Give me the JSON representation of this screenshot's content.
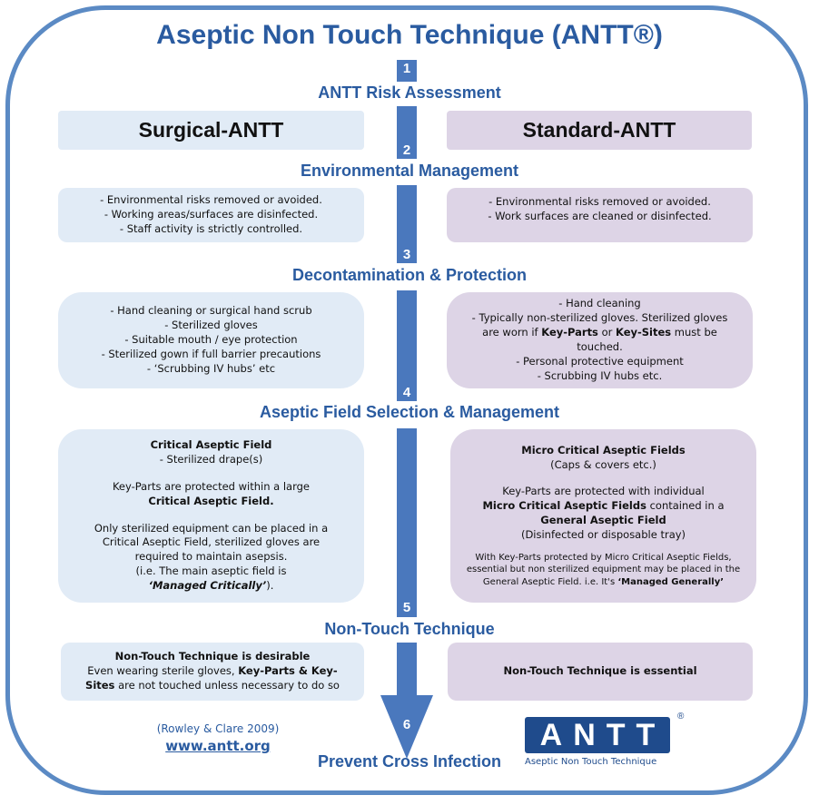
{
  "title": "Aseptic Non Touch Technique (ANTT®)",
  "steps": [
    {
      "num": "1",
      "heading": "ANTT Risk Assessment"
    },
    {
      "num": "2",
      "heading": "Environmental Management"
    },
    {
      "num": "3",
      "heading": "Decontamination & Protection"
    },
    {
      "num": "4",
      "heading": "Aseptic Field Selection & Management"
    },
    {
      "num": "5",
      "heading": "Non-Touch Technique"
    },
    {
      "num": "6",
      "heading": "Prevent Cross Infection"
    }
  ],
  "surgical": {
    "title": "Surgical-ANTT",
    "env": [
      "- Environmental risks removed or avoided.",
      "- Working areas/surfaces are disinfected.",
      "- Staff activity is strictly controlled."
    ],
    "decon": [
      "- Hand cleaning or surgical hand scrub",
      "- Sterilized gloves",
      "- Suitable mouth / eye protection",
      "- Sterilized gown if full barrier precautions",
      "- ‘Scrubbing IV hubs’ etc"
    ],
    "field": {
      "heading": "Critical Aseptic Field",
      "sub": "- Sterilized drape(s)",
      "p1a": "Key-Parts are protected within a large",
      "p1b": "Critical Aseptic Field.",
      "p2": "Only sterilized equipment can be placed in a Critical Aseptic Field, sterilized gloves are required to maintain asepsis.",
      "p3a": "(i.e. The main aseptic field is",
      "p3b": "‘Managed Critically’",
      "p3c": ")."
    },
    "touch": {
      "heading": "Non-Touch Technique is desirable",
      "l1": "Even wearing sterile gloves,",
      "l1b": "Key-Parts & Key-Sites",
      "l2": "are not touched unless necessary to do so"
    }
  },
  "standard": {
    "title": "Standard-ANTT",
    "env": [
      "- Environmental risks removed or avoided.",
      "- Work surfaces are cleaned or disinfected."
    ],
    "decon": {
      "l1": "- Hand cleaning",
      "l2a": "-     Typically non-sterilized gloves. Sterilized gloves are worn if",
      "kp": "Key-Parts",
      "or": "or",
      "ks": "Key-Sites",
      "l2b": "must be touched.",
      "l3": "- Personal protective equipment",
      "l4": "- Scrubbing IV hubs etc."
    },
    "field": {
      "heading": "Micro Critical Aseptic Fields",
      "sub": "(Caps & covers etc.)",
      "p1a": "Key-Parts are protected with individual",
      "p1b": "Micro Critical Aseptic Fields",
      "p1c": "contained in a",
      "p1d": "General Aseptic Field",
      "p1e": "(Disinfected or disposable tray)",
      "note_a": "With Key-Parts protected by Micro Critical Aseptic Fields, essential but non sterilized equipment may be placed in the General Aseptic Field. i.e. It's",
      "note_b": "‘Managed Generally’"
    },
    "touch": "Non-Touch Technique is essential"
  },
  "reference": "(Rowley & Clare 2009)",
  "website": "www.antt.org",
  "logo": {
    "mark": "ANTT",
    "reg": "®",
    "subtitle": "Aseptic Non Touch Technique"
  },
  "colors": {
    "accent": "#2a5ba0",
    "arrow": "#4a78bd",
    "surgical_box": "#e1ebf6",
    "standard_box": "#ddd4e6"
  }
}
